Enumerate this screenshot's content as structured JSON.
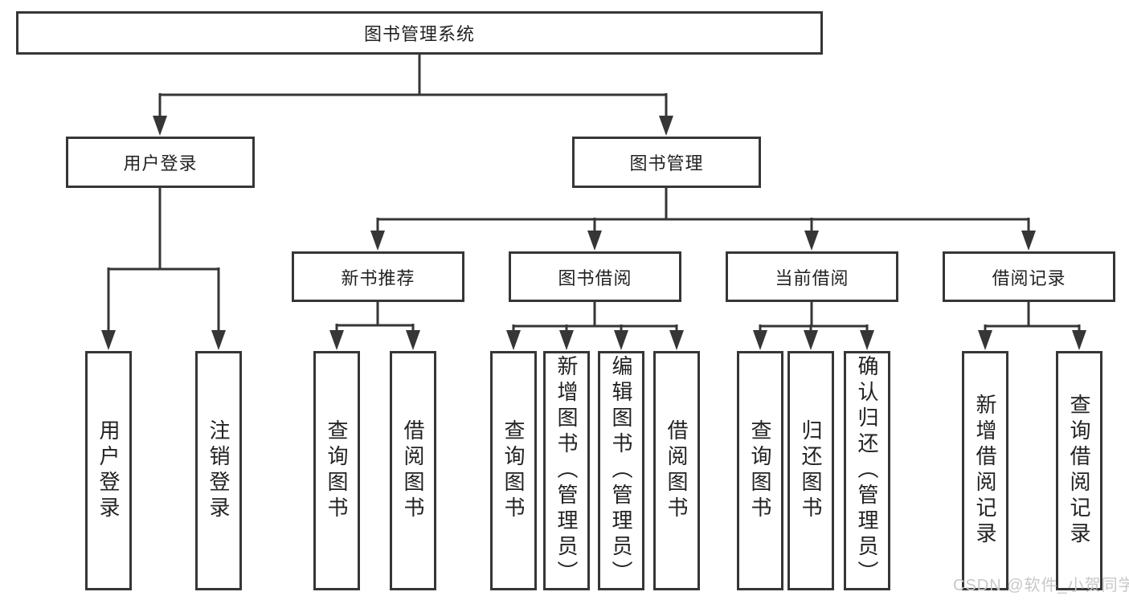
{
  "tree": {
    "root": "图书管理系统",
    "children": [
      {
        "label": "用户登录",
        "children": [
          "用户登录",
          "注销登录"
        ]
      },
      {
        "label": "图书管理",
        "children": [
          {
            "label": "新书推荐",
            "children": [
              "查询图书",
              "借阅图书"
            ]
          },
          {
            "label": "图书借阅",
            "children": [
              "查询图书",
              "新增图书（管理员）",
              "编辑图书（管理员）",
              "借阅图书"
            ]
          },
          {
            "label": "当前借阅",
            "children": [
              "查询图书",
              "归还图书",
              "确认归还（管理员）"
            ]
          },
          {
            "label": "借阅记录",
            "children": [
              "新增借阅记录",
              "查询借阅记录"
            ]
          }
        ]
      }
    ]
  },
  "watermark": "CSDN @软件_小贺同学",
  "colors": {
    "line": "#363636",
    "text": "#222222",
    "watermark": "#c8c8c8",
    "background": "#ffffff"
  }
}
